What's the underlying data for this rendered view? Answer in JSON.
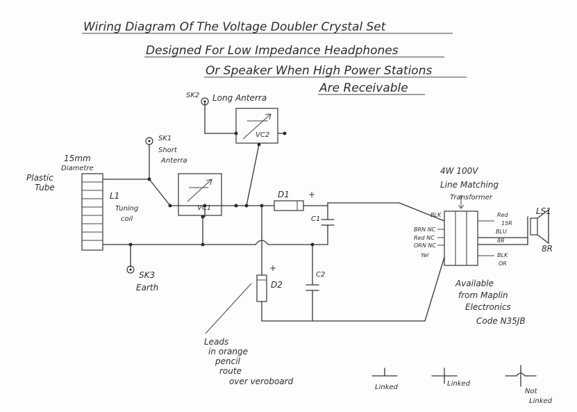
{
  "title": {
    "line1": "Wiring Diagram Of The Voltage Doubler Crystal Set",
    "line2": "Designed For Low Impedance Headphones",
    "line3": "Or Speaker When High Power Stations",
    "line4": "Are Receivable"
  },
  "labels": {
    "sk2": "SK2",
    "long_antenna": "Long Anterra",
    "sk1": "SK1",
    "short": "Short",
    "antenna": "Anterra",
    "size_15mm": "15mm",
    "diametre": "Diametre",
    "plastic": "Plastic",
    "tube": "Tube",
    "l1": "L1",
    "tuning": "Tuning",
    "coil": "coil",
    "vc1": "VC1",
    "vc2": "VC2",
    "d1": "D1",
    "d2": "D2",
    "c1": "C1",
    "c2": "C2",
    "plus": "+",
    "sk3": "SK3",
    "earth": "Earth",
    "transformer_line1": "4W 100V",
    "transformer_line2": "Line Matching",
    "transformer_line3": "Transformer",
    "blk": "BLK",
    "brn_nc": "BRN NC",
    "red_nc": "Red NC",
    "orn_nc": "ORN NC",
    "yel": "Yel",
    "red": "Red",
    "ohm_15r": "15R",
    "blu": "BLU",
    "ohm_8r": "8R",
    "blk_or": "BLK",
    "or": "OR",
    "ls1": "LS1",
    "speaker_8r": "8R",
    "avail_line1": "Available",
    "avail_line2": "from Maplin",
    "avail_line3": "Electronics",
    "avail_line4": "Code N35JB",
    "leads_line1": "Leads",
    "leads_line2": "in orange",
    "leads_line3": "pencil",
    "leads_line4": "route",
    "leads_line5": "over veroboard",
    "legend_linked1": "Linked",
    "legend_linked2": "Linked",
    "legend_not": "Not",
    "legend_linked3": "Linked"
  }
}
